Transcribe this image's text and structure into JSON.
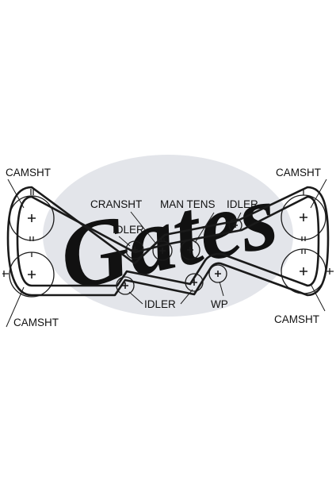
{
  "colors": {
    "belt": "#1a1a1a",
    "watermark": "#e3e5ea",
    "watermark_text": "#ffffff",
    "background": "#ffffff"
  },
  "watermark": {
    "text": "Gates"
  },
  "labels": {
    "camsht_top_left": "CAMSHT",
    "camsht_top_right": "CAMSHT",
    "camsht_bottom_left": "CAMSHT",
    "camsht_bottom_right": "CAMSHT",
    "cranksht": "CRANSHT",
    "man_tens": "MAN TENS",
    "idler_top_right": "IDLER",
    "idler_left": "IDLER",
    "idler_bottom": "IDLER",
    "wp": "WP"
  }
}
